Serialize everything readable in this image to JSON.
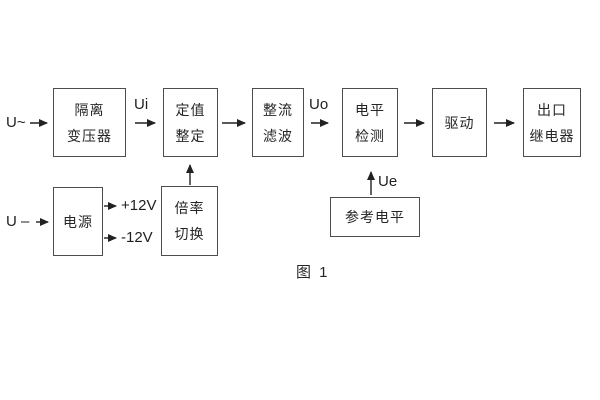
{
  "figure": {
    "caption": "图 1",
    "colors": {
      "box_border": "#4d4d4d",
      "arrow": "#222222",
      "text": "#262626",
      "background": "#ffffff"
    },
    "inputs": {
      "ac_label": "U~",
      "dc_label": "U –"
    },
    "signal_labels": {
      "ui": "Ui",
      "uo": "Uo",
      "ue": "Ue"
    },
    "power_rails": {
      "positive": "+12V",
      "negative": "-12V"
    },
    "blocks": {
      "isolation_transformer": {
        "line1": "隔离",
        "line2": "变压器"
      },
      "setting_adjustment": {
        "line1": "定值",
        "line2": "整定"
      },
      "rectifier_filter": {
        "line1": "整流",
        "line2": "滤波"
      },
      "level_detector": {
        "line1": "电平",
        "line2": "检测"
      },
      "driver": {
        "line1": "驱动"
      },
      "output_relay": {
        "line1": "出口",
        "line2": "继电器"
      },
      "power_supply": {
        "line1": "电源"
      },
      "ratio_switch": {
        "line1": "倍率",
        "line2": "切换"
      },
      "reference_level": {
        "line1": "参考电平"
      }
    }
  }
}
